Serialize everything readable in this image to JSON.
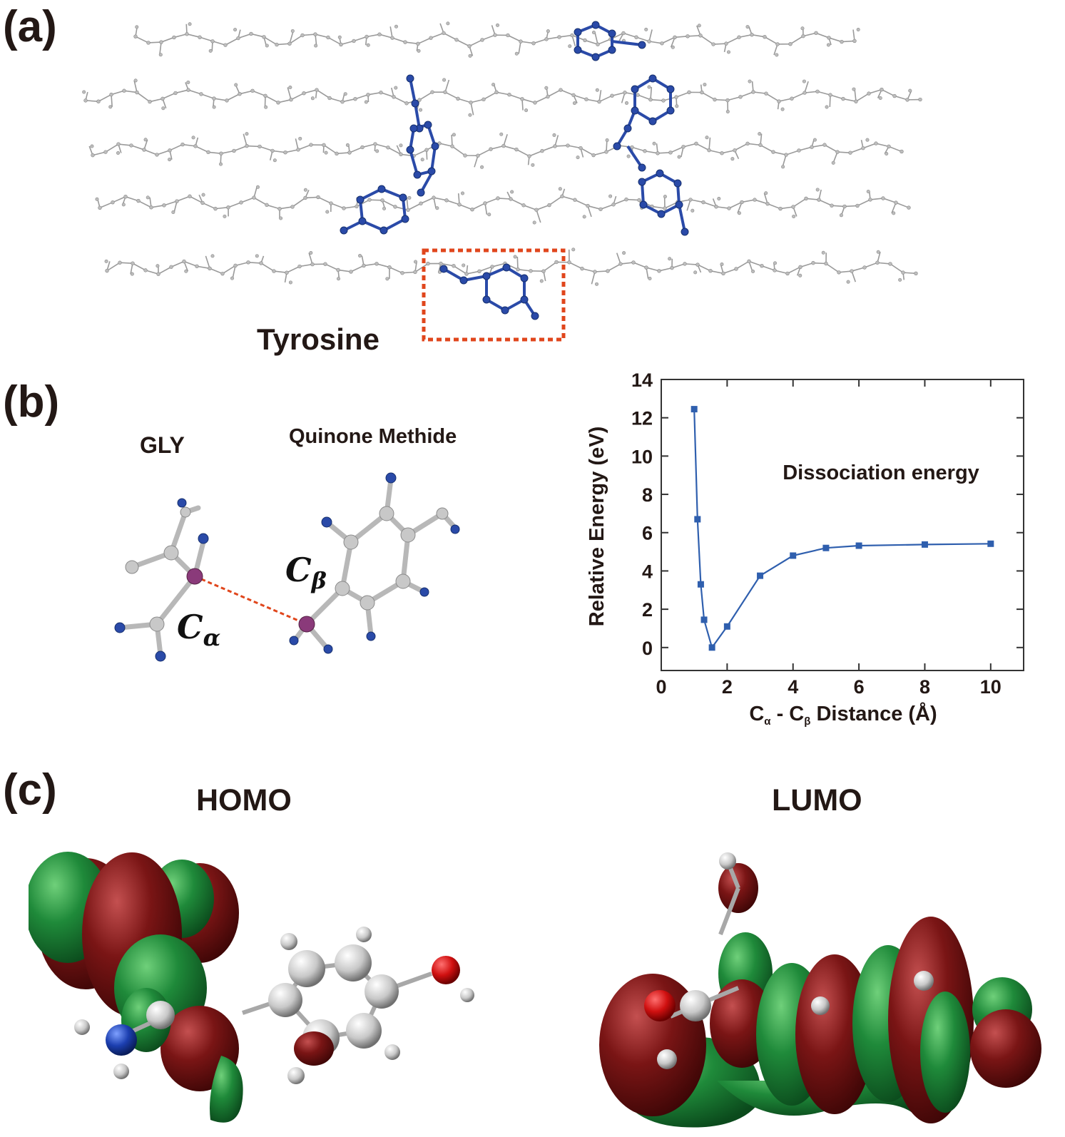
{
  "figure": {
    "panel_a": {
      "label": "(a)",
      "annotation": "Tyrosine"
    },
    "panel_b": {
      "label": "(b)",
      "gly_label": "GLY",
      "quinone_label": "Quinone Methide",
      "c_alpha": "C",
      "c_alpha_sub": "α",
      "c_beta": "C",
      "c_beta_sub": "β"
    },
    "panel_c": {
      "label": "(c)",
      "homo_label": "HOMO",
      "lumo_label": "LUMO"
    }
  },
  "colors": {
    "highlight_blue": "#2a4aa8",
    "chain_gray": "#9a9a9a",
    "dashed_red": "#e0461c",
    "series_blue": "#2f5fae",
    "orbital_green": "#1f8a3a",
    "orbital_red": "#7a1515"
  },
  "chart_data": {
    "type": "line",
    "annotation": "Dissociation energy",
    "ylabel": "Relative Energy (eV)",
    "xlabel_main": "C",
    "xlabel_sub_alpha": "α",
    "xlabel_mid": " - C",
    "xlabel_sub_beta": "β",
    "xlabel_tail": " Distance (Å)",
    "xlim": [
      0,
      11
    ],
    "ylim": [
      -1.2,
      14
    ],
    "xticks": [
      0,
      2,
      4,
      6,
      8,
      10
    ],
    "yticks": [
      0,
      2,
      4,
      6,
      8,
      10,
      12,
      14
    ],
    "grid": false,
    "series": [
      {
        "x": [
          1.0,
          1.1,
          1.2,
          1.3,
          1.54,
          2.0,
          3.0,
          4.0,
          5.0,
          6.0,
          8.0,
          10.0
        ],
        "y": [
          12.45,
          6.7,
          3.3,
          1.45,
          0.0,
          1.1,
          3.75,
          4.8,
          5.2,
          5.32,
          5.38,
          5.42
        ]
      }
    ]
  }
}
